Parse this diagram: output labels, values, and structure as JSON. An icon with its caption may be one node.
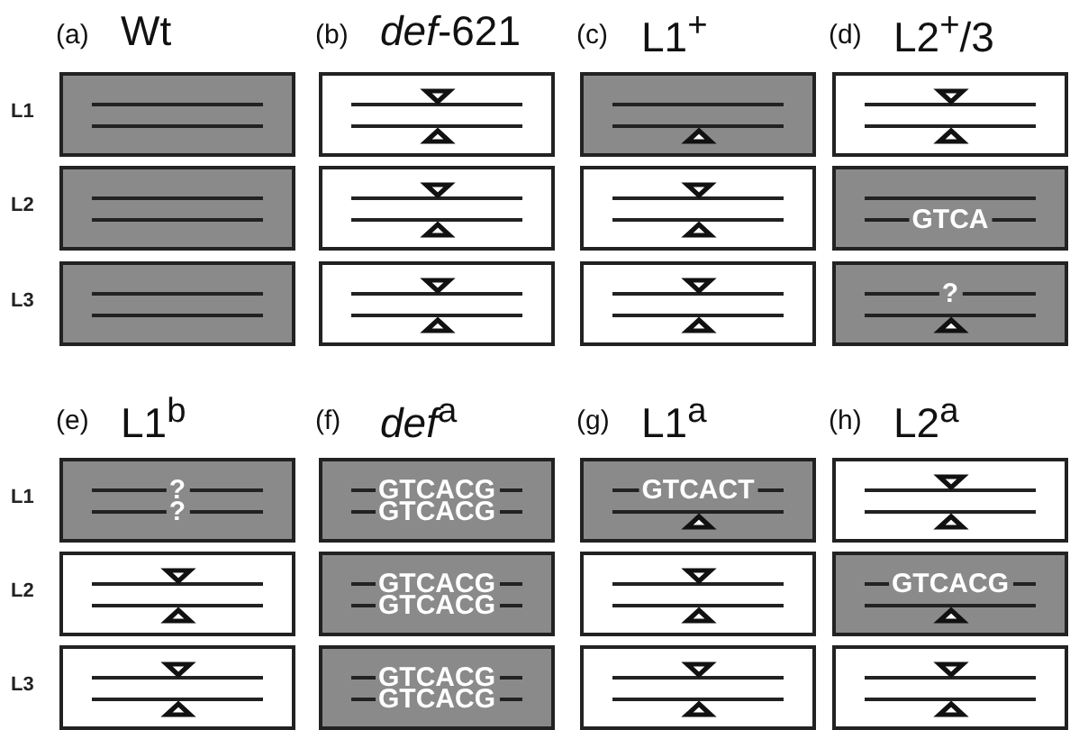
{
  "diagram": {
    "nodes": [
      {
        "text": [],
        "shape": "box"
      },
      {
        "text": [],
        "shape": "box"
      },
      {
        "text": [],
        "shape": "box"
      },
      {
        "text": [],
        "shape": "box"
      },
      {
        "text": [],
        "shape": "box"
      },
      {
        "text": [],
        "shape": "box"
      },
      {
        "text": [],
        "shape": "box"
      },
      {
        "text": [],
        "shape": "box"
      },
      {
        "text": [],
        "shape": "box"
      },
      {
        "text": [],
        "shape": "box"
      },
      {
        "text": [
          "GTCA"
        ]
      },
      {
        "text": [
          "?"
        ]
      },
      {
        "text": [
          "?",
          "?"
        ]
      },
      {
        "text": [],
        "shape": "box"
      },
      {
        "text": [],
        "shape": "box"
      },
      {
        "text": [
          "GTCACG",
          "GTCACG"
        ]
      },
      {
        "text": [
          "GTCACG",
          "GTCACG"
        ]
      },
      {
        "text": [
          "GTCACG",
          "GTCACG"
        ]
      },
      {
        "text": [
          "GTCACT"
        ]
      },
      {
        "text": [],
        "shape": "box"
      },
      {
        "text": [],
        "shape": "box"
      },
      {
        "text": [],
        "shape": "box"
      },
      {
        "text": [
          "GTCACG"
        ]
      },
      {
        "text": [],
        "shape": "box"
      }
    ],
    "labels": [
      "(a)",
      "Wt",
      "(b)",
      "*def*-621",
      "(c)",
      "L1$^{+}$",
      "(d)",
      "L2$^{+}$/3",
      "L1",
      "L2",
      "L3",
      "(e)",
      "L1$^{b}$",
      "(f)",
      "*def*$^{a}$",
      "(g)",
      "L1$^{a}$",
      "(h)",
      "L2$^{a}$",
      "L1",
      "L2",
      "L3"
    ]
  }
}
